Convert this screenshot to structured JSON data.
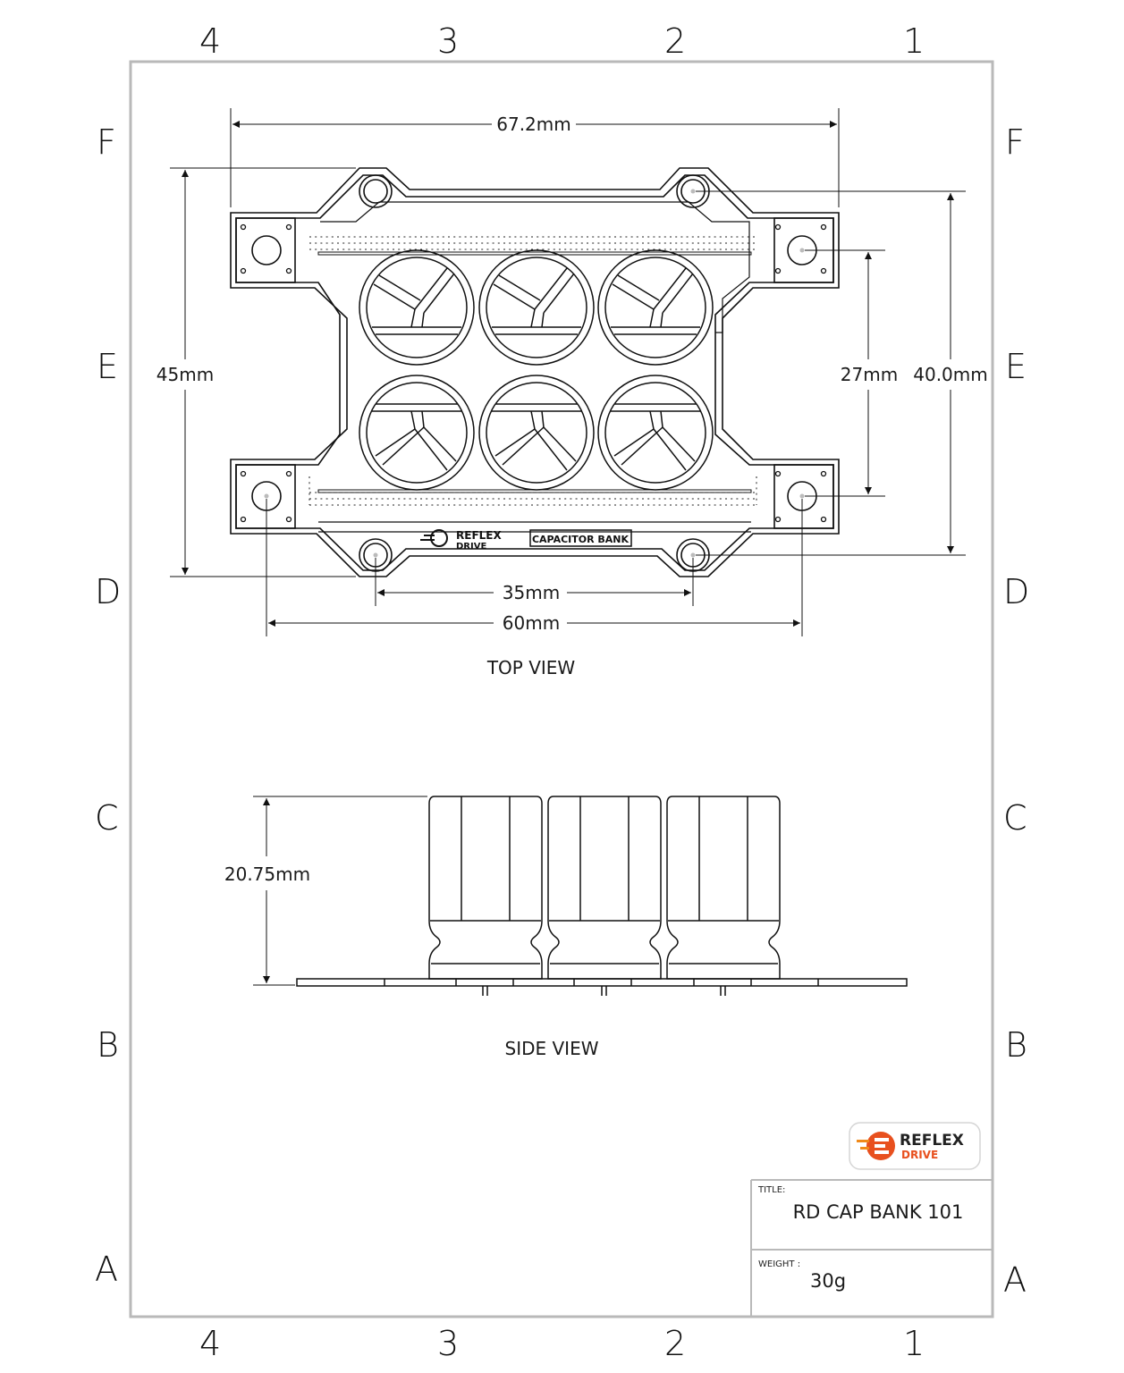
{
  "zones": {
    "columns": [
      "4",
      "3",
      "2",
      "1"
    ],
    "rows": [
      "F",
      "E",
      "D",
      "C",
      "B",
      "A"
    ]
  },
  "top_view": {
    "label": "TOP VIEW",
    "dim_overall_width": "67.2mm",
    "dim_overall_height": "45mm",
    "dim_hole_row_height": "27mm",
    "dim_mount_height": "40.0mm",
    "dim_inner_hole_spacing": "35mm",
    "dim_outer_hole_spacing": "60mm",
    "board_logo_line1": "REFLEX",
    "board_logo_line2": "DRIVE",
    "board_marking": "CAPACITOR BANK"
  },
  "side_view": {
    "label": "SIDE VIEW",
    "dim_height": "20.75mm"
  },
  "brand": {
    "line1": "REFLEX",
    "line2": "DRIVE",
    "primary_color": "#e8501e",
    "accent_color": "#f08a1a"
  },
  "title_block": {
    "title_label": "TITLE:",
    "title_value": "RD CAP BANK 101",
    "weight_label": "WEIGHT :",
    "weight_value": "30g"
  }
}
